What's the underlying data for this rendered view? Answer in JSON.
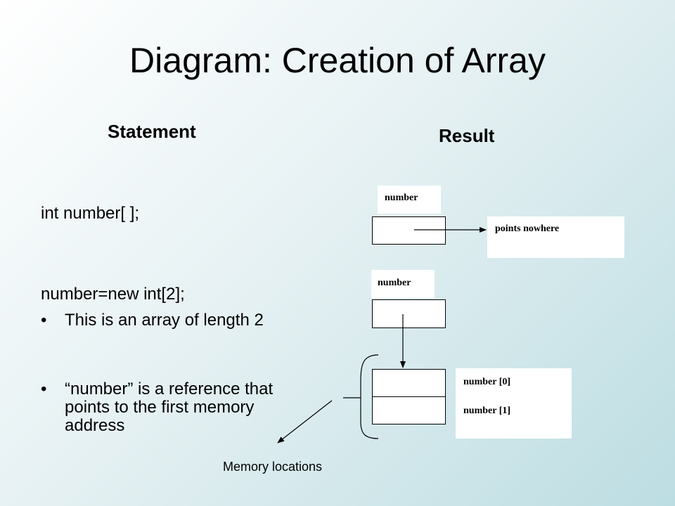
{
  "title": "Diagram: Creation of Array",
  "headers": {
    "statement": "Statement",
    "result": "Result"
  },
  "statements": {
    "declare": "int number[ ];",
    "create": "number=new int[2];"
  },
  "bullets": [
    {
      "marker": "•",
      "text": "This is an array of length 2"
    },
    {
      "marker": "•",
      "text": "“number” is a reference that points to the first memory address"
    }
  ],
  "diagram": {
    "var_label_top": "number",
    "points_nowhere": "points nowhere",
    "var_label_bottom": "number",
    "element_0": "number [0]",
    "element_1": "number [1]",
    "memory_locations": "Memory locations"
  }
}
